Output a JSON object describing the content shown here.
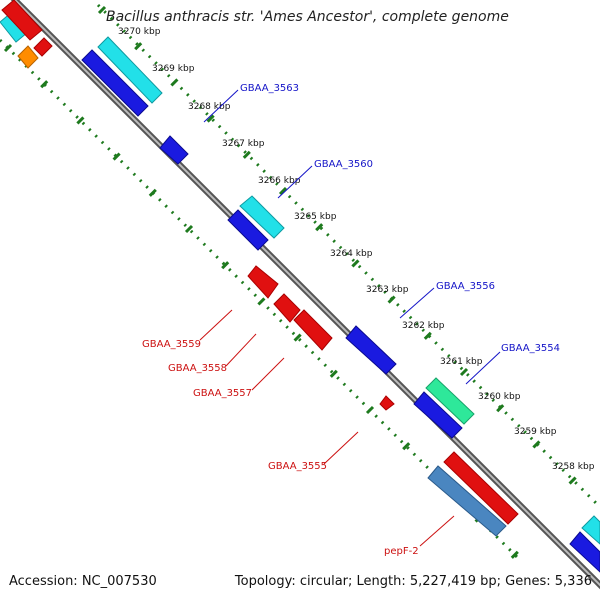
{
  "title": "Bacillus anthracis str. 'Ames Ancestor', complete genome",
  "footer": {
    "accession": "Accession: NC_007530",
    "topology": "Topology: circular; Length: 5,227,419 bp; Genes: 5,336"
  },
  "ticks": [
    "3270 kbp",
    "3269 kbp",
    "3268 kbp",
    "3267 kbp",
    "3266 kbp",
    "3265 kbp",
    "3264 kbp",
    "3263 kbp",
    "3262 kbp",
    "3261 kbp",
    "3260 kbp",
    "3259 kbp",
    "3258 kbp"
  ],
  "gene_labels": {
    "forward": [
      "GBAA_3563",
      "GBAA_3560",
      "GBAA_3556",
      "GBAA_3554"
    ],
    "reverse": [
      "GBAA_3559",
      "GBAA_3558",
      "GBAA_3557",
      "GBAA_3555",
      "pepF-2"
    ]
  },
  "colors": {
    "forward_label": "#1515c8",
    "reverse_label": "#cc1111",
    "backbone": "#8a8a8a",
    "tick_ring": "#1e7a1e",
    "cds_blue": "#1a1ae0",
    "cds_red": "#e01010",
    "cds_cyan": "#22e0e8",
    "cds_green": "#2ee89a",
    "cds_steel": "#4a86c0",
    "cds_orange": "#ff8c00"
  }
}
